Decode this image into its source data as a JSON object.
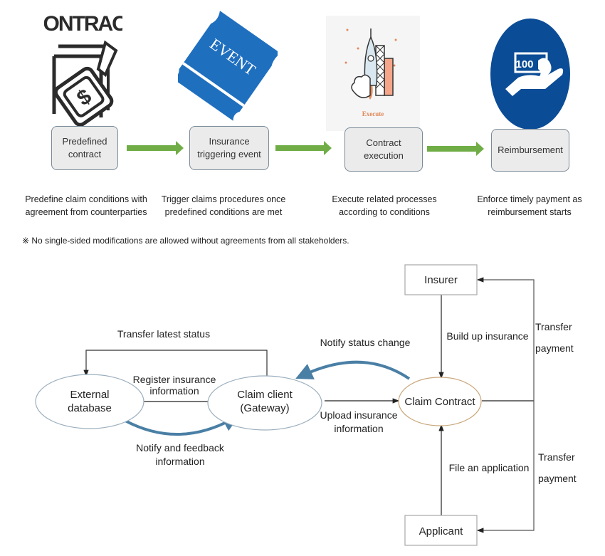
{
  "process_flow": {
    "steps": [
      {
        "icon": "contract-icon",
        "icon_text": "CONTRACT",
        "label_l1": "Predefined",
        "label_l2": "contract",
        "desc_l1": "Predefine claim conditions with",
        "desc_l2": "agreement from counterparties"
      },
      {
        "icon": "event-ticket-icon",
        "icon_text": "EVENT",
        "label_l1": "Insurance",
        "label_l2": "triggering event",
        "desc_l1": "Trigger claims procedures once",
        "desc_l2": "predefined conditions are met"
      },
      {
        "icon": "rocket-launch-icon",
        "icon_text": "Execute",
        "label_l1": "Contract",
        "label_l2": "execution",
        "desc_l1": "Execute related processes",
        "desc_l2": "according to conditions"
      },
      {
        "icon": "hand-money-icon",
        "icon_text": "100",
        "label_l1": "Reimbursement",
        "label_l2": "",
        "desc_l1": "Enforce timely payment as",
        "desc_l2": "reimbursement starts"
      }
    ],
    "note": "※ No single-sided modifications are allowed without agreements from all stakeholders.",
    "colors": {
      "arrow": "#70ad47",
      "event_blue": "#1f6fbf",
      "reimburse_blue": "#0b4c96",
      "execute_orange": "#e0895a"
    }
  },
  "architecture": {
    "nodes": {
      "external_db_l1": "External",
      "external_db_l2": "database",
      "claim_client_l1": "Claim client",
      "claim_client_l2": "(Gateway)",
      "claim_contract": "Claim Contract",
      "insurer": "Insurer",
      "applicant": "Applicant"
    },
    "edges": {
      "transfer_latest_status": "Transfer latest status",
      "register_l1": "Register insurance",
      "register_l2": "information",
      "notify_feedback_l1": "Notify and feedback",
      "notify_feedback_l2": "information",
      "notify_status_change": "Notify status change",
      "upload_l1": "Upload insurance",
      "upload_l2": "information",
      "build_up_insurance": "Build up insurance",
      "file_application": "File an application",
      "transfer_payment_top_l1": "Transfer",
      "transfer_payment_top_l2": "payment",
      "transfer_payment_bottom_l1": "Transfer",
      "transfer_payment_bottom_l2": "payment"
    },
    "colors": {
      "curved_arrow": "#4a7fa5",
      "ellipse_border": "#9aaebd",
      "contract_border": "#c9a77a"
    }
  }
}
